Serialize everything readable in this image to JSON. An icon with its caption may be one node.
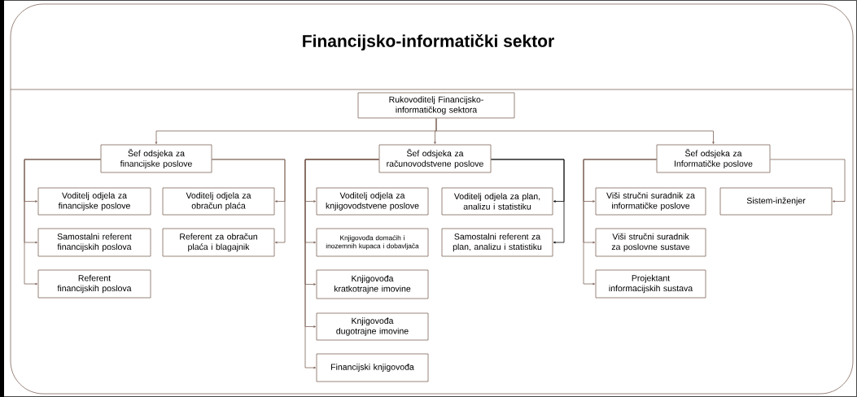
{
  "diagram": {
    "title": "Financijsko-informatički sektor",
    "nodes": [
      {
        "text": [
          "Rukovoditelj Financijsko-informatičkog sektora"
        ]
      },
      {
        "text": [
          "Šef odsjeka za financijske poslove"
        ]
      },
      {
        "text": [
          "Šef odsjeka za računovodstvene poslove"
        ]
      },
      {
        "text": [
          "Šef odsjeka za Informatičke poslove"
        ]
      },
      {
        "text": [
          "Voditelj odjela za financijske poslove"
        ]
      },
      {
        "text": [
          "Samostalni referent financijskih poslova"
        ]
      },
      {
        "text": [
          "Referent financijskih poslova"
        ]
      },
      {
        "text": [
          "Voditelj odjela za obračun plaća"
        ]
      },
      {
        "text": [
          "Referent za obračun plaća i blagajnik"
        ]
      },
      {
        "text": [
          "Voditelj odjela za knjigovodstvene poslove"
        ]
      },
      {
        "text": [
          "Knjigovođa domaćih i inozemnih kupaca i dobavljača"
        ]
      },
      {
        "text": [
          "Knjigovođa kratkotrajne imovine"
        ]
      },
      {
        "text": [
          "Knjigovođa dugotrajne imovine"
        ]
      },
      {
        "text": [
          "Financijski knjigovođa"
        ]
      },
      {
        "text": [
          "Voditelj odjela za plan, analizu i statistiku"
        ]
      },
      {
        "text": [
          "Samostalni referent za plan, analizu i statistiku"
        ]
      },
      {
        "text": [
          "Viši stručni suradnik za informatičke poslove"
        ]
      },
      {
        "text": [
          "Viši stručni suradnik za poslovne sustave"
        ]
      },
      {
        "text": [
          "Projektant informacijskih sustava"
        ]
      },
      {
        "text": [
          "Sistem-inženjer"
        ]
      }
    ],
    "edges": [
      {
        "from": 0,
        "to": 1,
        "arrow": "to"
      },
      {
        "from": 0,
        "to": 2,
        "arrow": "to"
      },
      {
        "from": 0,
        "to": 3,
        "arrow": "to"
      },
      {
        "from": 1,
        "to": 4,
        "arrow": "to"
      },
      {
        "from": 1,
        "to": 5,
        "arrow": "to"
      },
      {
        "from": 1,
        "to": 6,
        "arrow": "to"
      },
      {
        "from": 1,
        "to": 7,
        "arrow": "to"
      },
      {
        "from": 1,
        "to": 8,
        "arrow": "to"
      },
      {
        "from": 2,
        "to": 9,
        "arrow": "to"
      },
      {
        "from": 2,
        "to": 10,
        "arrow": "to"
      },
      {
        "from": 2,
        "to": 11,
        "arrow": "to"
      },
      {
        "from": 2,
        "to": 12,
        "arrow": "to"
      },
      {
        "from": 2,
        "to": 13,
        "arrow": "to"
      },
      {
        "from": 2,
        "to": 14,
        "arrow": "to",
        "color": "#000000"
      },
      {
        "from": 2,
        "to": 15,
        "arrow": "to",
        "color": "#000000"
      },
      {
        "from": 3,
        "to": 16,
        "arrow": "to"
      },
      {
        "from": 3,
        "to": 17,
        "arrow": "to"
      },
      {
        "from": 3,
        "to": 18,
        "arrow": "to"
      },
      {
        "from": 3,
        "to": 19,
        "arrow": "to"
      }
    ]
  }
}
